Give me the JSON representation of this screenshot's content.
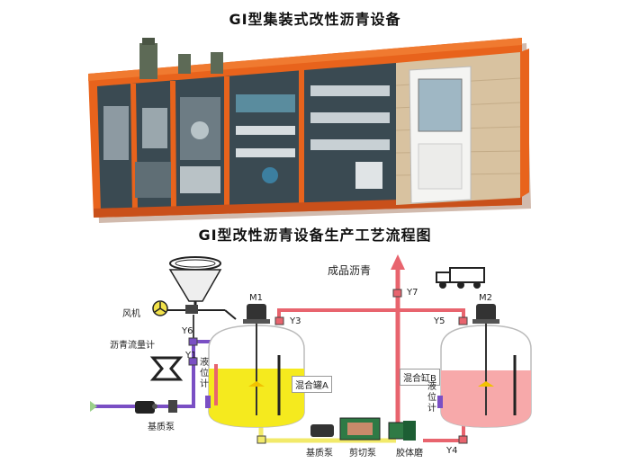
{
  "titles": {
    "photo_title": "GI型集装式改性沥青设备",
    "flow_title": "GI型改性沥青设备生产工艺流程图"
  },
  "labels": {
    "product": "成品沥青",
    "fan": "风机",
    "flowmeter": "沥青流量计",
    "base_pump_left": "基质泵",
    "base_pump_bottom": "基质泵",
    "shear_pump": "剪切泵",
    "colloid_mill": "胶体磨",
    "tank_a": "混合罐A",
    "tank_b": "混合缸B",
    "level_a": "液位计",
    "level_b": "液位计",
    "m1": "M1",
    "m2": "M2",
    "y1": "Y1",
    "y3": "Y3",
    "y4": "Y4",
    "y5": "Y5",
    "y6": "Y6",
    "y7": "Y7"
  },
  "colors": {
    "container_frame": "#e8631c",
    "container_shadow": "#8a3a10",
    "equipment_bg": "#3a4a52",
    "office_wall": "#d8c2a0",
    "door": "#f4f4f2",
    "pipe_red": "#e8646e",
    "pipe_yellow": "#f2ea6a",
    "pipe_purple": "#7a4fc4",
    "tank_a_fill": "#f5ea1e",
    "tank_b_fill": "#f7a9aa",
    "motor": "#333333"
  }
}
